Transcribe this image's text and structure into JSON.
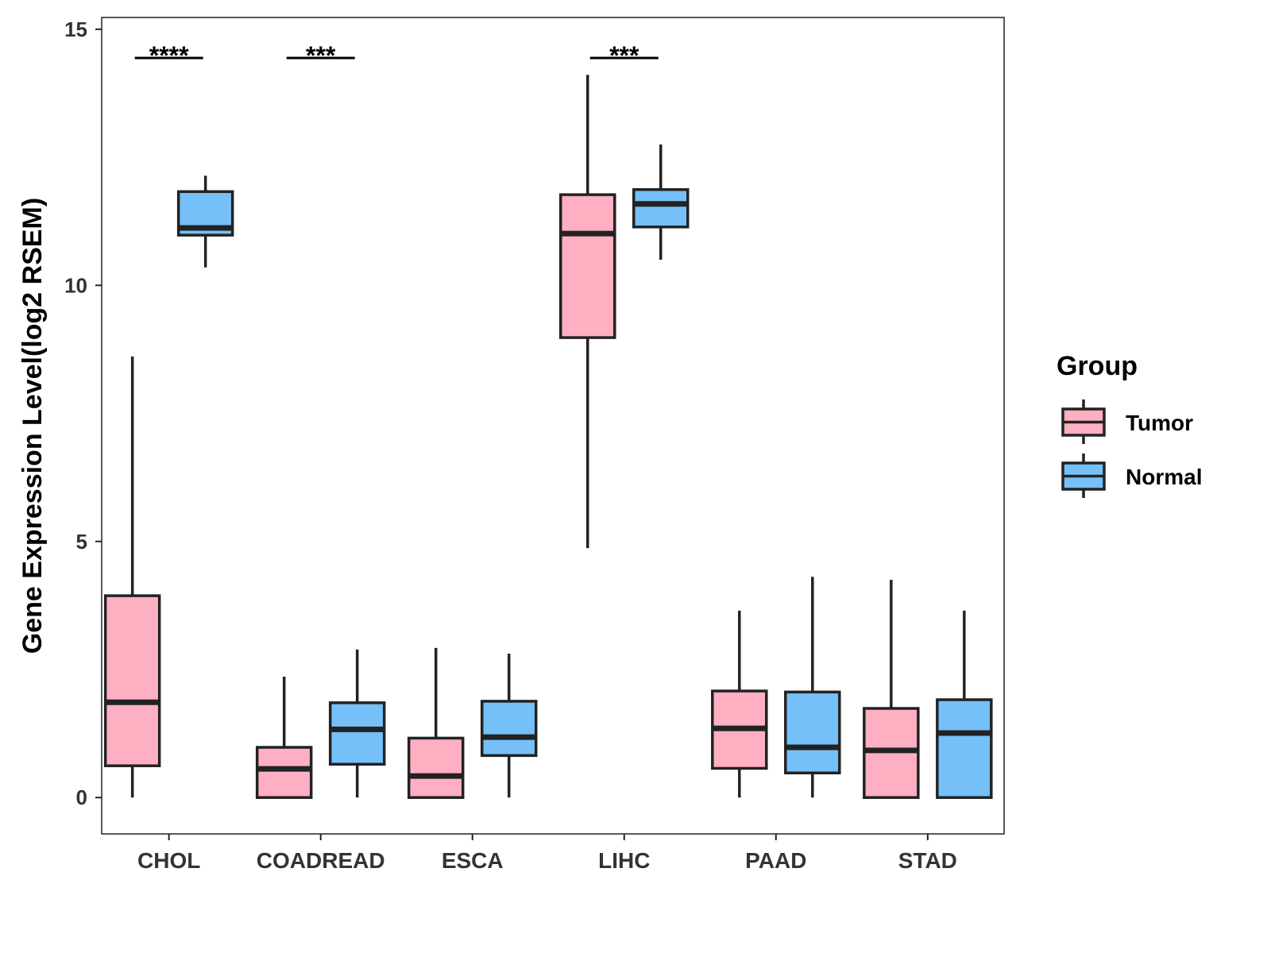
{
  "chart_data": {
    "type": "boxplot",
    "title": "",
    "xlabel": "",
    "ylabel": "Gene Expression Level(log2 RSEM)",
    "ylim": [
      -0.71,
      15.23
    ],
    "yticks": [
      0,
      5,
      10,
      15
    ],
    "grid": false,
    "categories": [
      "CHOL",
      "COADREAD",
      "ESCA",
      "LIHC",
      "PAAD",
      "STAD"
    ],
    "legend": {
      "title": "Group",
      "placement": "right"
    },
    "series": [
      {
        "name": "Tumor",
        "color": "#FFAFC2",
        "boxes": [
          {
            "min": 0,
            "q1": 0.62,
            "median": 1.86,
            "q3": 3.94,
            "max": 8.61
          },
          {
            "min": 0,
            "q1": 0,
            "median": 0.56,
            "q3": 0.98,
            "max": 2.36
          },
          {
            "min": 0,
            "q1": 0,
            "median": 0.42,
            "q3": 1.16,
            "max": 2.92
          },
          {
            "min": 4.87,
            "q1": 8.98,
            "median": 11.01,
            "q3": 11.77,
            "max": 14.11
          },
          {
            "min": 0,
            "q1": 0.57,
            "median": 1.35,
            "q3": 2.08,
            "max": 3.65
          },
          {
            "min": 0,
            "q1": 0,
            "median": 0.92,
            "q3": 1.74,
            "max": 4.25
          }
        ]
      },
      {
        "name": "Normal",
        "color": "#75C0F8",
        "boxes": [
          {
            "min": 10.35,
            "q1": 10.98,
            "median": 11.12,
            "q3": 11.83,
            "max": 12.14
          },
          {
            "min": 0,
            "q1": 0.65,
            "median": 1.33,
            "q3": 1.85,
            "max": 2.89
          },
          {
            "min": 0,
            "q1": 0.82,
            "median": 1.18,
            "q3": 1.88,
            "max": 2.81
          },
          {
            "min": 10.5,
            "q1": 11.14,
            "median": 11.59,
            "q3": 11.87,
            "max": 12.75
          },
          {
            "min": 0,
            "q1": 0.48,
            "median": 0.98,
            "q3": 2.06,
            "max": 4.31
          },
          {
            "min": 0,
            "q1": 0,
            "median": 1.26,
            "q3": 1.91,
            "max": 3.65
          }
        ]
      }
    ],
    "annotations": [
      {
        "category": "CHOL",
        "label": "****",
        "y": 14.44
      },
      {
        "category": "COADREAD",
        "label": "***",
        "y": 14.44
      },
      {
        "category": "LIHC",
        "label": "***",
        "y": 14.44
      }
    ]
  }
}
